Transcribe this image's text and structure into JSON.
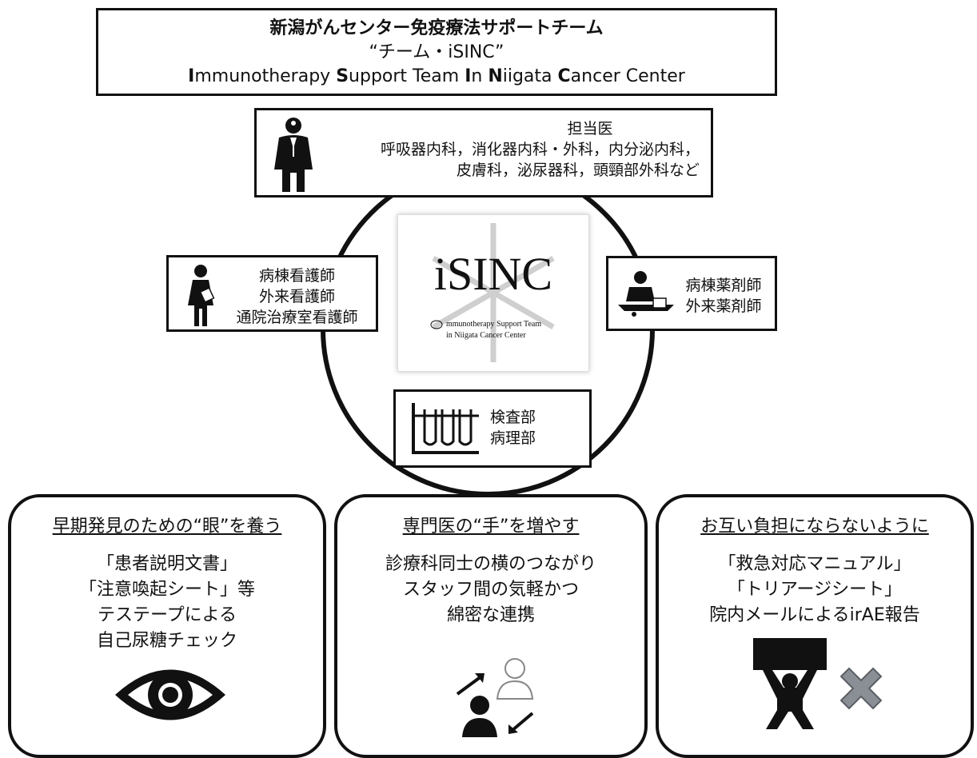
{
  "title": {
    "line1": "新潟がんセンター免疫療法サポートチーム",
    "line2": "“チーム・iSINC”",
    "line3": {
      "w1a": "I",
      "w1b": "mmunotherapy ",
      "w2a": "S",
      "w2b": "upport Team ",
      "w3a": "I",
      "w3b": "n ",
      "w4a": "N",
      "w4b": "iigata ",
      "w5a": "C",
      "w5b": "ancer Center"
    }
  },
  "roles": {
    "doctor": {
      "title": "担当医",
      "line1": "呼吸器内科，消化器内科・外科，内分泌内科，",
      "line2": "皮膚科，泌尿器科，頭頸部外科など"
    },
    "nurse": {
      "line1": "病棟看護師",
      "line2": "外来看護師",
      "line3": "通院治療室看護師"
    },
    "pharmacist": {
      "line1": "病棟薬剤師",
      "line2": "外来薬剤師"
    },
    "lab": {
      "line1": "検査部",
      "line2": "病理部"
    }
  },
  "logo": {
    "name": "iSINC",
    "sub1": "mmunotherapy Support Team",
    "sub2": "in Niigata Cancer Center"
  },
  "panels": [
    {
      "heading": "早期発見のための“眼”を養う",
      "lines": [
        "「患者説明文書」",
        "「注意喚起シート」等",
        "テステープによる",
        "自己尿糖チェック"
      ]
    },
    {
      "heading": "専門医の“手”を増やす",
      "lines": [
        "診療科同士の横のつながり",
        "スタッフ間の気軽かつ",
        "綿密な連携"
      ]
    },
    {
      "heading": "お互い負担にならないように",
      "lines": [
        "「救急対応マニュアル」",
        "「トリアージシート」",
        "院内メールによるirAE報告"
      ]
    }
  ]
}
